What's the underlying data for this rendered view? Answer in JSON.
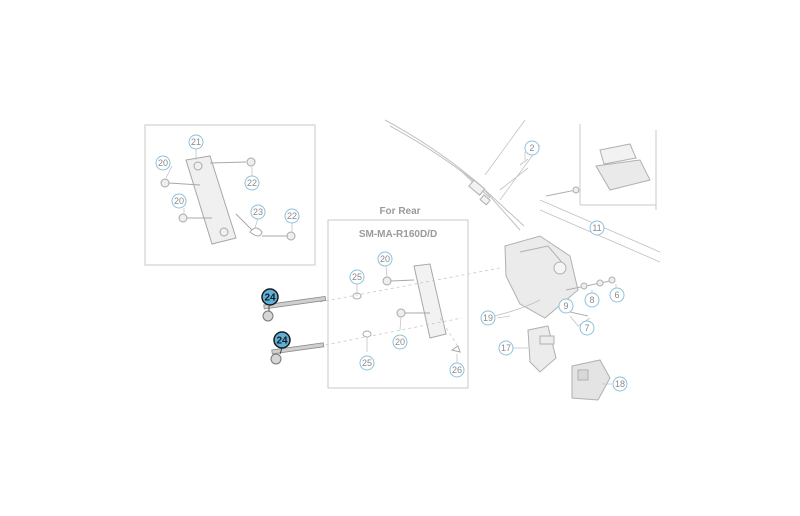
{
  "diagram": {
    "box_title": "For Rear",
    "box_model": "SM-MA-R160D/D",
    "callouts": [
      {
        "id": "c21a",
        "text": "21",
        "highlight": false
      },
      {
        "id": "c20a",
        "text": "20",
        "highlight": false
      },
      {
        "id": "c22a",
        "text": "22",
        "highlight": false
      },
      {
        "id": "c20b",
        "text": "20",
        "highlight": false
      },
      {
        "id": "c23",
        "text": "23",
        "highlight": false
      },
      {
        "id": "c22b",
        "text": "22",
        "highlight": false
      },
      {
        "id": "c2",
        "text": "2",
        "highlight": false
      },
      {
        "id": "c11",
        "text": "11",
        "highlight": false
      },
      {
        "id": "c20c",
        "text": "20",
        "highlight": false
      },
      {
        "id": "c25a",
        "text": "25",
        "highlight": false
      },
      {
        "id": "c20d",
        "text": "20",
        "highlight": false
      },
      {
        "id": "c25b",
        "text": "25",
        "highlight": false
      },
      {
        "id": "c26",
        "text": "26",
        "highlight": false
      },
      {
        "id": "c19",
        "text": "19",
        "highlight": false
      },
      {
        "id": "c9",
        "text": "9",
        "highlight": false
      },
      {
        "id": "c8",
        "text": "8",
        "highlight": false
      },
      {
        "id": "c6",
        "text": "6",
        "highlight": false
      },
      {
        "id": "c7",
        "text": "7",
        "highlight": false
      },
      {
        "id": "c17",
        "text": "17",
        "highlight": false
      },
      {
        "id": "c18",
        "text": "18",
        "highlight": false
      },
      {
        "id": "c24a",
        "text": "24",
        "highlight": true
      },
      {
        "id": "c24b",
        "text": "24",
        "highlight": true
      }
    ],
    "colors": {
      "line": "#b4b4b4",
      "frame": "#c9c9c9",
      "callout_ring": "#8ec1dc",
      "callout_fill": "#ffffff",
      "highlight_fill": "#5ab2dc",
      "highlight_ring": "#1a1a1a",
      "part": "#e9e9e9"
    }
  }
}
